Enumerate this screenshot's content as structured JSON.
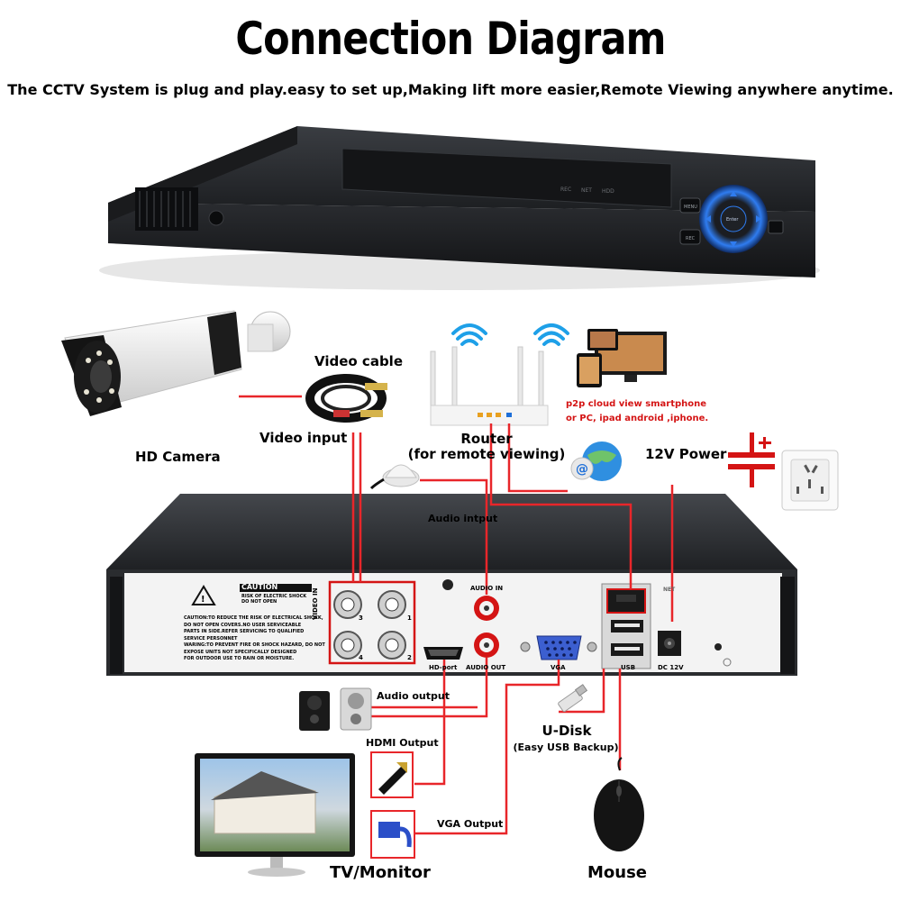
{
  "header": {
    "title": "Connection Diagram",
    "subtitle": "The CCTV System is plug and play.easy to set up,Making lift more easier,Remote Viewing anywhere anytime."
  },
  "front_panel": {
    "leds": [
      "REC",
      "NET",
      "HDD"
    ],
    "buttons": [
      "MENU",
      "REC"
    ],
    "dpad_center": "Enter"
  },
  "labels": {
    "hd_camera": "HD Camera",
    "video_cable": "Video cable",
    "video_input": "Video input",
    "router": "Router",
    "router_note": "(for remote viewing)",
    "p2p_line1": "p2p cloud  view smartphone",
    "p2p_line2": "or PC, ipad android ,iphone.",
    "power_12v": "12V Power",
    "audio_input": "Audio intput",
    "audio_output": "Audio output",
    "hdmi_output": "HDMI Output",
    "vga_output": "VGA Output",
    "u_disk": "U-Disk",
    "u_disk_note": "(Easy USB Backup)",
    "tv_monitor": "TV/Monitor",
    "mouse": "Mouse"
  },
  "back_panel": {
    "caution_title": "CAUTION",
    "caution_sub": "RISK OF ELECTRIC SHOCK DO NOT OPEN",
    "caution_text": [
      "CAUTION:TO REDUCE THE RISK OF ELECTRICAL SHOCK,",
      "DO NOT OPEN COVERS.NO USER SERVICEABLE",
      "PARTS IN SIDE.REFER SERVICING TO QUALIFIED",
      "SERVICE PERSONNET",
      "WARING:TO PREVENT FIRE OR SHOCK HAZARD, DO NOT",
      "EXPOSE UNITS NOT SPECIFICALLY DESIGNED",
      "FOR OUTDOOR USE TO RAIN OR MOISTURE."
    ],
    "video_in": "VIDEO IN",
    "channels": [
      "3",
      "1",
      "4",
      "2"
    ],
    "audio_in": "AUDIO IN",
    "audio_out": "AUDIO OUT",
    "hd_port": "HD-port",
    "vga": "VGA",
    "usb": "USB",
    "net": "NET",
    "dc_12v": "DC 12V"
  },
  "colors": {
    "cable": "#e8262a",
    "accent_blue": "#1e6fd8",
    "panel_dark": "#2b2d30",
    "panel_light": "#f2f2f2"
  }
}
